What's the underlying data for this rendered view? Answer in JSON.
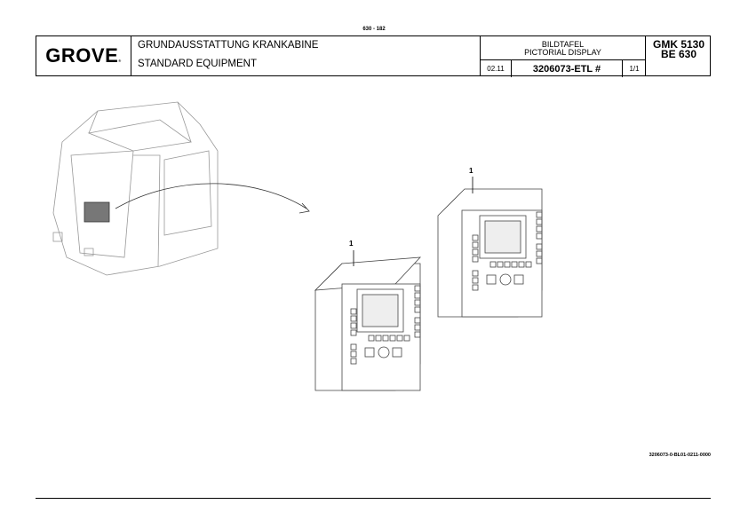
{
  "page_number": "630 - 182",
  "header": {
    "logo": "GROVE",
    "title_de": "GRUNDAUSSTATTUNG KRANKABINE",
    "title_en": "STANDARD EQUIPMENT",
    "sheet_type_de": "BILDTAFEL",
    "sheet_type_en": "PICTORIAL DISPLAY",
    "date": "02.11",
    "part_number": "3206073-ETL #",
    "sheet": "1/1",
    "model": "GMK 5130",
    "model_sub": "BE 630"
  },
  "callouts": [
    "1",
    "1"
  ],
  "drawing_code": "3206073-0-BL01-0211-0000"
}
